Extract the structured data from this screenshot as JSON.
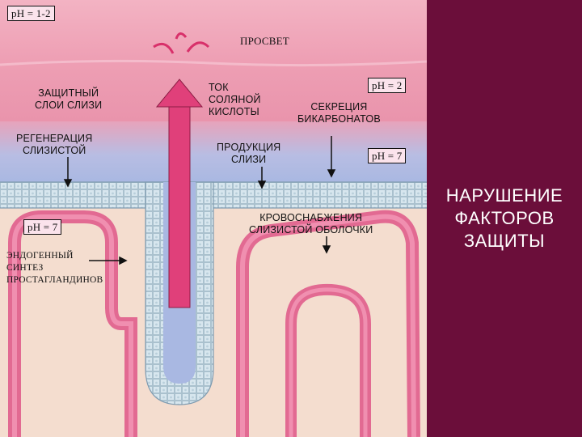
{
  "diagram": {
    "ph_top_left": "pH = 1-2",
    "lumen": "ПРОСВЕТ",
    "mucus_layer": "ЗАЩИТНЫЙ\nСЛОИ СЛИЗИ",
    "acid_flow": "ТОК\nСОЛЯНОЙ\nКИСЛОТЫ",
    "ph_2": "pH = 2",
    "bicarbonate": "СЕКРЕЦИЯ\nБИКАРБОНАТОВ",
    "regeneration": "РЕГЕНЕРАЦИЯ\nСЛИЗИСТОЙ",
    "mucus_production": "ПРОДУКЦИЯ\nСЛИЗИ",
    "ph_7_right": "pH = 7",
    "blood_supply": "КРОВОСНАБЖЕНИЯ\nСЛИЗИСТОЙ ОБОЛОЧКИ",
    "ph_7_left": "pH = 7",
    "prostaglandins": "ЭНДОГЕННЫЙ\nСИНТЕЗ\nПРОСТАГЛАНДИНОВ"
  },
  "sidebar": {
    "title": "НАРУШЕНИЕ\nФАКТОРОВ\nЗАЩИТЫ"
  },
  "colors": {
    "background": "#6b0e3a",
    "lumen_top": "#f0a6b9",
    "lumen_bottom": "#e99ab0",
    "mucus_blue": "#b9c3e6",
    "epithelium": "#cfe0ea",
    "tissue": "#f6dfcf",
    "vessel": "#e26a92",
    "arrow": "#e0407a"
  }
}
